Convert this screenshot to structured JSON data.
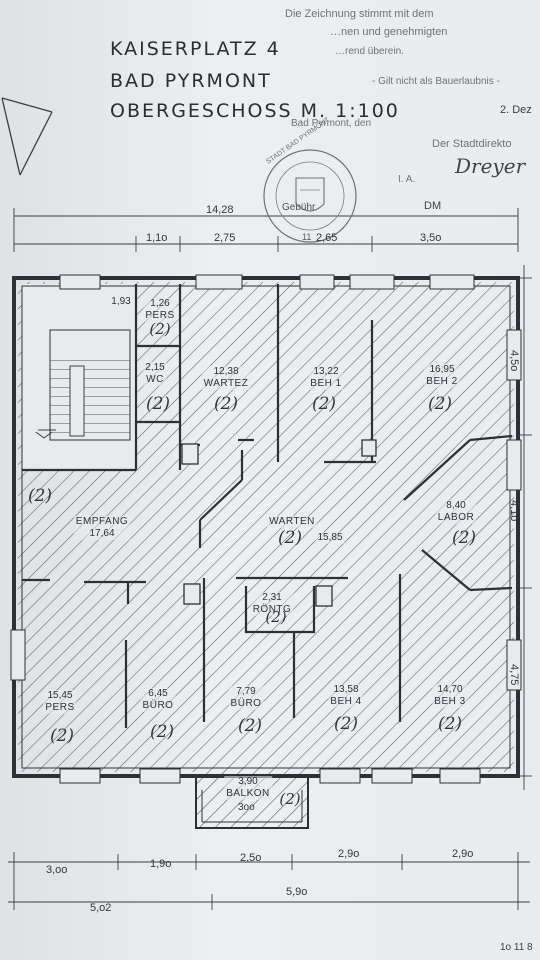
{
  "title": {
    "line1": "KAISERPLATZ 4",
    "line2": "BAD PYRMONT",
    "line3": "OBERGESCHOSS M. 1:100"
  },
  "stamp": {
    "line1": "Die Zeichnung stimmt mit dem",
    "line2": "…nen und genehmigten",
    "line3": "…rend überein.",
    "line4": "- Gilt nicht als Bauerlaubnis -",
    "line5": "Bad Pyrmont, den",
    "date": "2. Dez",
    "office": "Der Stadtdirekto",
    "ia": "I. A.",
    "signature": "Dreyer",
    "fee_label": "Gebühr",
    "currency": "DM",
    "seal_text": "STADT BAD PYRMONT",
    "seal_number": "11"
  },
  "dims_top": {
    "total": "14,28",
    "d1": "1,1o",
    "d2": "2,75",
    "d3": "2,65",
    "d4": "3,5o"
  },
  "dims_right": {
    "r1": "4,5o",
    "r2": "4,1o",
    "r3": "4,75"
  },
  "dims_bottom": {
    "b1": "3,oo",
    "b2": "1,9o",
    "b3": "2,5o",
    "b4": "2,9o",
    "b5": "2,9o",
    "b6": "5,o2",
    "b7": "5,9o"
  },
  "rooms": [
    {
      "key": "stair_small",
      "area": "1,93",
      "name": ""
    },
    {
      "key": "wc_pers",
      "area": "1,26",
      "name": "PERS"
    },
    {
      "key": "wc",
      "area": "2,15",
      "name": "WC"
    },
    {
      "key": "wartez",
      "area": "12,38",
      "name": "WARTEZ"
    },
    {
      "key": "beh1",
      "area": "13,22",
      "name": "BEH 1"
    },
    {
      "key": "beh2",
      "area": "16,95",
      "name": "BEH 2"
    },
    {
      "key": "empfang",
      "area": "17,64",
      "name": "EMPFANG"
    },
    {
      "key": "warten",
      "area": "15,85",
      "name": "WARTEN"
    },
    {
      "key": "labor",
      "area": "8,40",
      "name": "LABOR"
    },
    {
      "key": "rontg",
      "area": "2,31",
      "name": "RÖNTG"
    },
    {
      "key": "pers",
      "area": "15,45",
      "name": "PERS"
    },
    {
      "key": "buro1",
      "area": "6,45",
      "name": "BÜRO"
    },
    {
      "key": "buro2",
      "area": "7,79",
      "name": "BÜRO"
    },
    {
      "key": "beh4",
      "area": "13,58",
      "name": "BEH 4"
    },
    {
      "key": "beh3",
      "area": "14,70",
      "name": "BEH 3"
    },
    {
      "key": "balkon",
      "area": "3,90",
      "name": "BALKON"
    }
  ],
  "marks": {
    "m": "(2)"
  },
  "balcony_dim": "3oo",
  "page_number": "1o 11 8"
}
